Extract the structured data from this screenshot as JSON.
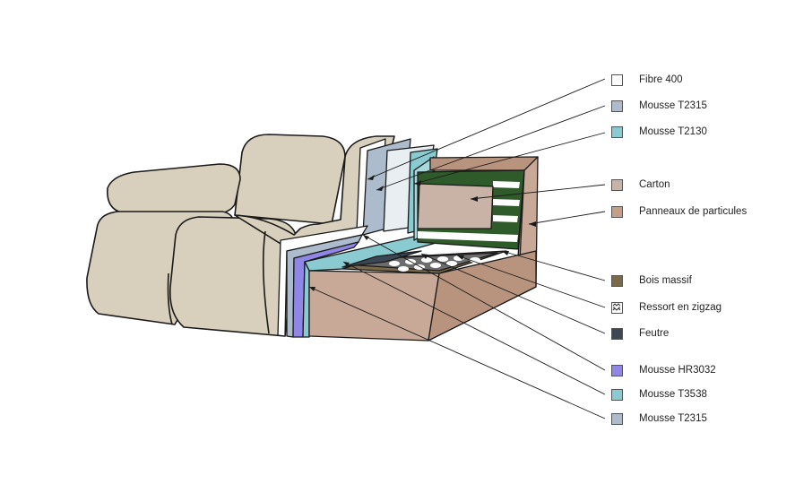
{
  "legend": [
    {
      "label": "Fibre 400",
      "color": "#ffffff"
    },
    {
      "label": "Mousse T2315",
      "color": "#adbccd"
    },
    {
      "label": "Mousse T2130",
      "color": "#89cbd0"
    },
    {
      "label": "Carton",
      "color": "#c9b3a7"
    },
    {
      "label": "Panneaux de particules",
      "color": "#c39e88"
    },
    {
      "label": "Bois massif",
      "color": "#7a6a4a"
    },
    {
      "label": "Ressort en zigzag",
      "color": "#ffffff",
      "pattern": "zigzag"
    },
    {
      "label": "Feutre",
      "color": "#3b4754"
    },
    {
      "label": "Mousse HR3032",
      "color": "#8f86e6"
    },
    {
      "label": "Mousse T3538",
      "color": "#89cbd0"
    },
    {
      "label": "Mousse T2315",
      "color": "#adbccd"
    }
  ],
  "colors": {
    "fabric": "#d8d0bc",
    "wood_panel": "#c8a896",
    "wood_panel_dark": "#b8947e",
    "slats_green": "#2f5a2a",
    "outline": "#1a1a1a"
  }
}
